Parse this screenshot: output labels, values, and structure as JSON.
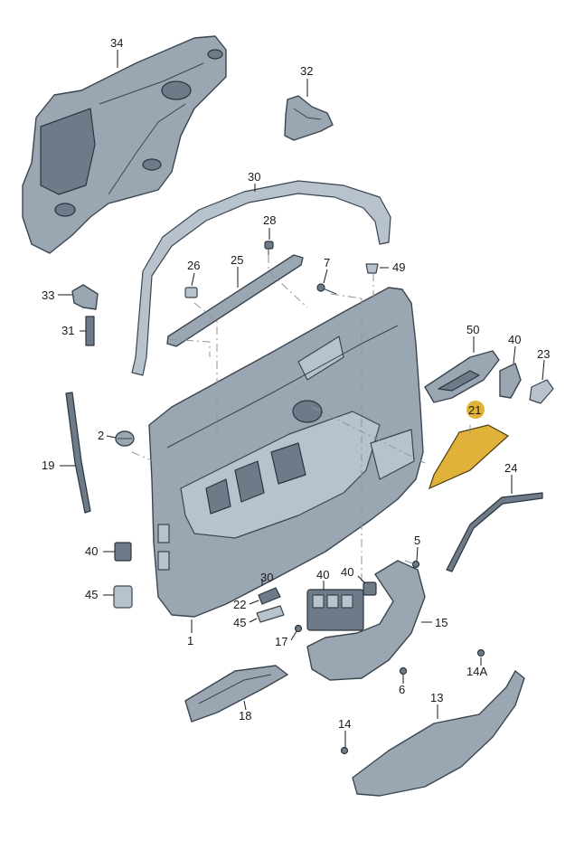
{
  "callouts": [
    {
      "id": "34",
      "label": "34"
    },
    {
      "id": "32",
      "label": "32"
    },
    {
      "id": "30",
      "label": "30"
    },
    {
      "id": "28",
      "label": "28"
    },
    {
      "id": "26",
      "label": "26"
    },
    {
      "id": "25",
      "label": "25"
    },
    {
      "id": "7",
      "label": "7"
    },
    {
      "id": "49",
      "label": "49"
    },
    {
      "id": "33",
      "label": "33"
    },
    {
      "id": "31",
      "label": "31"
    },
    {
      "id": "50",
      "label": "50"
    },
    {
      "id": "40a",
      "label": "40"
    },
    {
      "id": "23",
      "label": "23"
    },
    {
      "id": "21",
      "label": "21"
    },
    {
      "id": "2",
      "label": "2"
    },
    {
      "id": "19",
      "label": "19"
    },
    {
      "id": "24",
      "label": "24"
    },
    {
      "id": "40b",
      "label": "40"
    },
    {
      "id": "5",
      "label": "5"
    },
    {
      "id": "30b",
      "label": "30"
    },
    {
      "id": "40c",
      "label": "40"
    },
    {
      "id": "40d",
      "label": "40"
    },
    {
      "id": "45a",
      "label": "45"
    },
    {
      "id": "22",
      "label": "22"
    },
    {
      "id": "45b",
      "label": "45"
    },
    {
      "id": "15",
      "label": "15"
    },
    {
      "id": "1",
      "label": "1"
    },
    {
      "id": "17",
      "label": "17"
    },
    {
      "id": "14A",
      "label": "14A"
    },
    {
      "id": "6",
      "label": "6"
    },
    {
      "id": "13",
      "label": "13"
    },
    {
      "id": "18",
      "label": "18"
    },
    {
      "id": "14",
      "label": "14"
    }
  ],
  "highlighted_part": "21",
  "highlight_color": "#e0b23a",
  "part_color": "#9aa7b3"
}
